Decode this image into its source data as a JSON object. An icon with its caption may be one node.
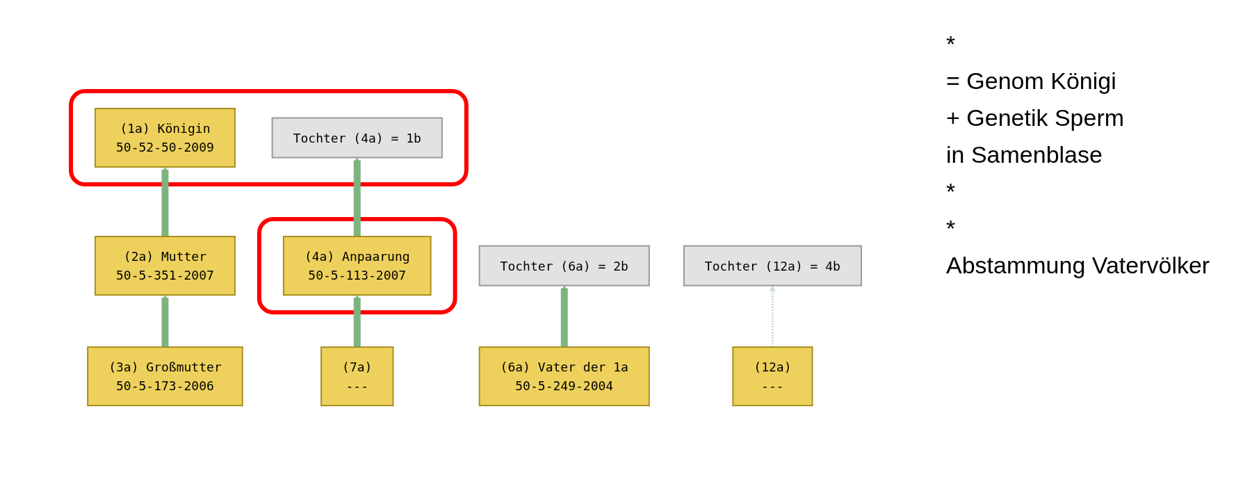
{
  "diagram": {
    "nodes": [
      {
        "text": [],
        "shape": "box"
      },
      {
        "text": [
          "(1a) Königin",
          "50-52-50-2009"
        ],
        "in": 0
      },
      {
        "text": [
          "Tochter (4a) = 1b"
        ],
        "in": 0
      },
      {
        "text": [
          "(2a) Mutter",
          "50-5-351-2007"
        ]
      },
      {
        "text": [
          "Tochter (6a) = 2b"
        ]
      },
      {
        "text": [],
        "shape": "box"
      },
      {
        "text": [
          "(4a) Anpaarung",
          "50-5-113-2007"
        ],
        "in": 5
      },
      {
        "text": [
          "Tochter (12a) = 4b"
        ]
      },
      {
        "text": [
          "(3a) Großmutter",
          "50-5-173-2006"
        ]
      },
      {
        "text": [
          "(6a) Vater der 1a",
          "50-5-249-2004"
        ]
      },
      {
        "text": [
          "(7a)",
          "---"
        ]
      },
      {
        "text": [
          "(12a)",
          "---"
        ]
      }
    ],
    "edges": [
      {
        "from": 3,
        "to": 1,
        "arrow": "to"
      },
      {
        "from": 6,
        "to": 2,
        "arrow": "to"
      },
      {
        "from": 8,
        "to": 3,
        "arrow": "to"
      },
      {
        "from": 9,
        "to": 4,
        "arrow": "to"
      },
      {
        "from": 10,
        "to": 6,
        "arrow": "to"
      },
      {
        "from": 11,
        "to": 7,
        "arrow": "to",
        "style": "dashed",
        "color": "#c8e0c8"
      }
    ],
    "labels": [
      "*",
      "= Genom Königi",
      "+ Genetik Sperm",
      "in Samenblase",
      "*",
      "*",
      "Abstammung Vatervölker"
    ]
  }
}
